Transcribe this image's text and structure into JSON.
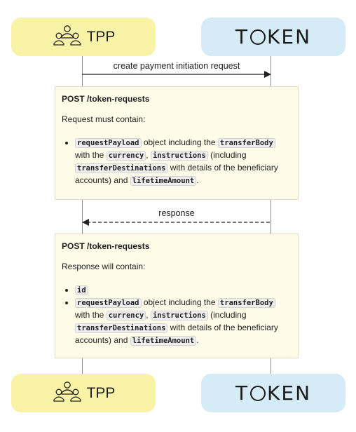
{
  "participants": {
    "tpp": {
      "label": "TPP",
      "icon": "group-users-icon"
    },
    "token": {
      "label_left": "T",
      "label_right": "KEN"
    }
  },
  "messages": [
    {
      "text": "create payment initiation request",
      "direction": "TPP to TOKEN",
      "style": "solid"
    },
    {
      "text": "response",
      "direction": "TOKEN to TPP",
      "style": "dashed"
    }
  ],
  "notes": [
    {
      "title": "POST /token-requests",
      "lead": "Request must contain:",
      "bullets": [
        [
          {
            "code": "requestPayload"
          },
          {
            "text": " object including the "
          },
          {
            "code": "transferBody"
          },
          {
            "text": " with the "
          },
          {
            "code": "currency"
          },
          {
            "text": ", "
          },
          {
            "code": "instructions"
          },
          {
            "text": " (including "
          },
          {
            "code": "transferDestinations"
          },
          {
            "text": " with details of the beneficiary accounts) and "
          },
          {
            "code": "lifetimeAmount"
          },
          {
            "text": "."
          }
        ]
      ]
    },
    {
      "title": "POST /token-requests",
      "lead": "Response will contain:",
      "bullets": [
        [
          {
            "code": "id"
          }
        ],
        [
          {
            "code": "requestPayload"
          },
          {
            "text": " object including the "
          },
          {
            "code": "transferBody"
          },
          {
            "text": " with the "
          },
          {
            "code": "currency"
          },
          {
            "text": ", "
          },
          {
            "code": "instructions"
          },
          {
            "text": " (including "
          },
          {
            "code": "transferDestinations"
          },
          {
            "text": " with details of the beneficiary accounts) and "
          },
          {
            "code": "lifetimeAmount"
          },
          {
            "text": "."
          }
        ]
      ]
    }
  ],
  "colors": {
    "tpp_bg": "#f8f3a6",
    "token_bg": "#d5ecf7",
    "note_bg": "#fefbe8",
    "lifeline": "#8e8e8e"
  }
}
